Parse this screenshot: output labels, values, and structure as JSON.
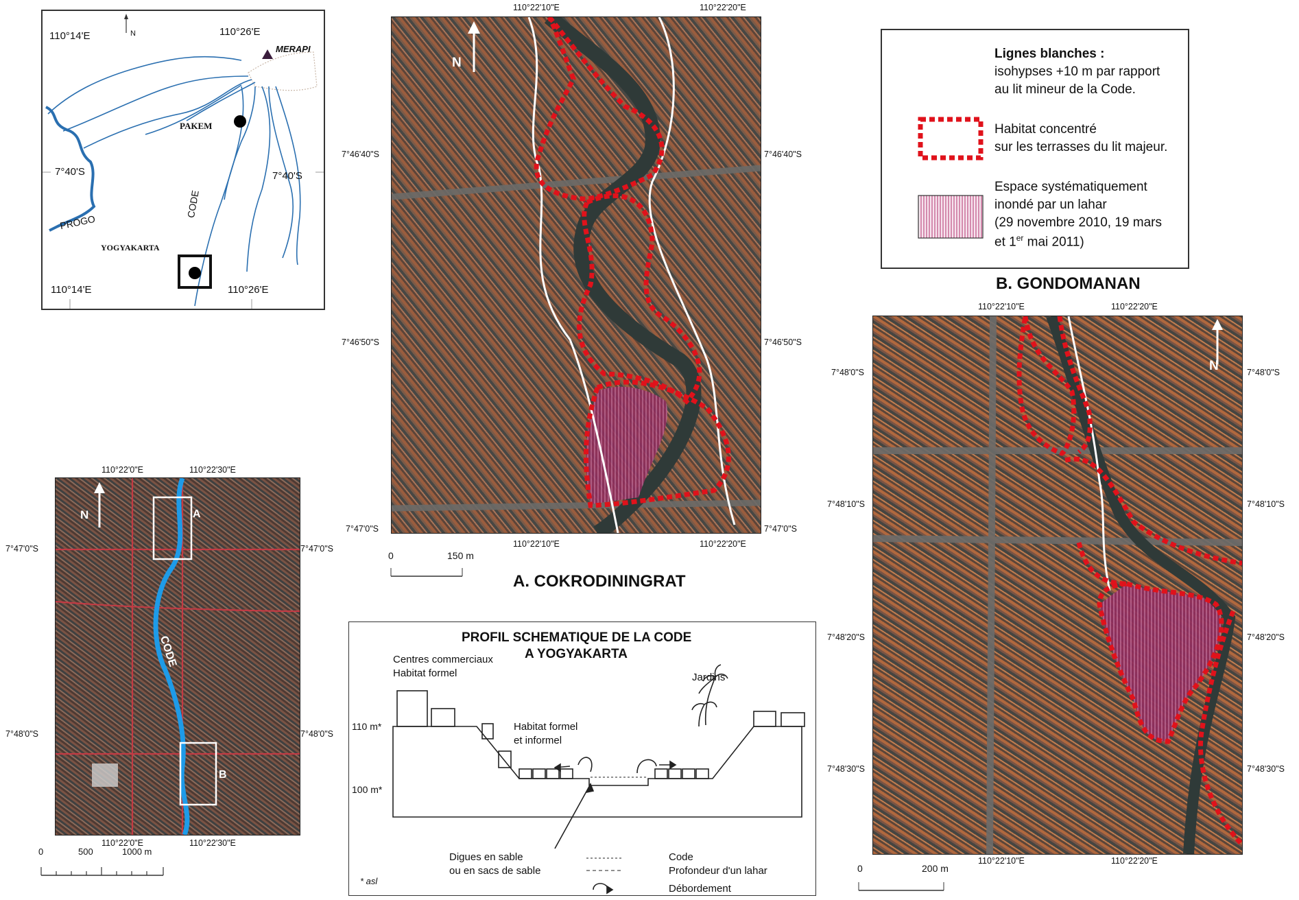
{
  "colors": {
    "river": "#2a6fb0",
    "redline": "#e0121b",
    "road": "#c33a44",
    "hatch": "#b0306b",
    "code_blue": "#1e9be8"
  },
  "inset": {
    "lon_tl": "110°14'E",
    "north": "N",
    "lon_tr": "110°26'E",
    "volcano": "MERAPI",
    "pakem": "PAKEM",
    "lat_left": "7°40'S",
    "lat_right": "7°40'S",
    "progo": "PROGO",
    "code": "CODE",
    "yogya": "YOGYAKARTA",
    "lon_bl": "110°14'E",
    "lon_br": "110°26'E"
  },
  "city_map": {
    "lon_top_left": "110°22'0\"E",
    "lon_top_right": "110°22'30\"E",
    "lon_bot_left": "110°22'0\"E",
    "lon_bot_right": "110°22'30\"E",
    "lat_top_left": "7°47'0\"S",
    "lat_top_right": "7°47'0\"S",
    "lat_bot_left": "7°48'0\"S",
    "lat_bot_right": "7°48'0\"S",
    "north": "N",
    "box_a": "A",
    "box_b": "B",
    "river_label": "CODE",
    "scale": {
      "s0": "0",
      "s1": "500",
      "s2": "1000 m"
    }
  },
  "map_a": {
    "lon_top_left": "110°22'10\"E",
    "lon_top_right": "110°22'20\"E",
    "lon_bot_left": "110°22'10\"E",
    "lon_bot_right": "110°22'20\"E",
    "lat1_left": "7°46'40\"S",
    "lat1_right": "7°46'40\"S",
    "lat2_left": "7°46'50\"S",
    "lat2_right": "7°46'50\"S",
    "lat3_left": "7°47'0\"S",
    "lat3_right": "7°47'0\"S",
    "north": "N",
    "scale": {
      "s0": "0",
      "s1": "150 m"
    },
    "title": "A. COKRODININGRAT"
  },
  "map_b": {
    "title": "B. GONDOMANAN",
    "lon_top_left": "110°22'10\"E",
    "lon_top_right": "110°22'20\"E",
    "lon_bot_left": "110°22'10\"E",
    "lon_bot_right": "110°22'20\"E",
    "lat1_left": "7°48'0\"S",
    "lat1_right": "7°48'0\"S",
    "lat2_left": "7°48'10\"S",
    "lat2_right": "7°48'10\"S",
    "lat3_left": "7°48'20\"S",
    "lat3_right": "7°48'20\"S",
    "lat4_left": "7°48'30\"S",
    "lat4_right": "7°48'30\"S",
    "north": "N",
    "scale": {
      "s0": "0",
      "s1": "200 m"
    }
  },
  "legend": {
    "white_title": "Lignes blanches :",
    "white_l1": "isohypses +10 m par rapport",
    "white_l2": "au lit mineur de la Code.",
    "red_l1": "Habitat concentré",
    "red_l2": "sur les terrasses du lit majeur.",
    "hatch_l1": "Espace systématiquement",
    "hatch_l2": "inondé par un lahar",
    "hatch_l3": "(29 novembre 2010, 19 mars",
    "hatch_l4_pre": "et 1",
    "hatch_l4_sup": "er",
    "hatch_l4_post": " mai 2011)"
  },
  "profile": {
    "title_l1": "PROFIL SCHEMATIQUE DE LA CODE",
    "title_l2": "A YOGYAKARTA",
    "commercial_l1": "Centres commerciaux",
    "commercial_l2": "Habitat formel",
    "gardens": "Jardins",
    "habitat_l1": "Habitat formel",
    "habitat_l2": "et informel",
    "elev_110": "110 m*",
    "elev_100": "100 m*",
    "dikes_l1": "Digues en sable",
    "dikes_l2": "ou en sacs de sable",
    "key_code": "Code",
    "key_lahar": "Profondeur d'un lahar",
    "key_overflow": "Débordement",
    "footnote": "* asl"
  }
}
